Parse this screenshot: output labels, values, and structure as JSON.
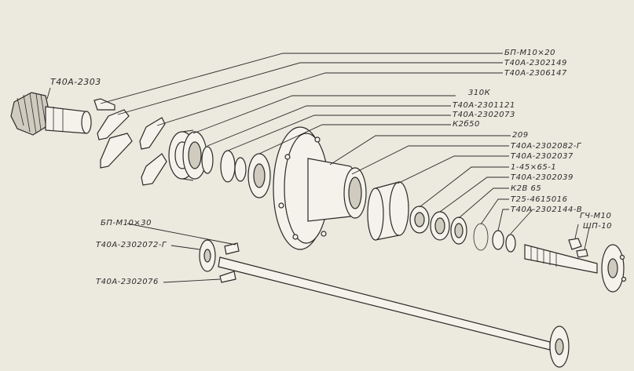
{
  "labels": {
    "gear": "Т40А-2303",
    "bolt_top": "БП-М10×20",
    "plate1": "Т40А-2302149",
    "plate2": "Т40А-2306147",
    "n310k": "310К",
    "cup1": "Т40А-2301121",
    "cup2": "Т40А-2302073",
    "k2650": "К2б50",
    "n209": "209",
    "hub": "Т40А-2302082-Г",
    "ring_a": "Т40А-2302037",
    "ring_b": "1-45×65-1",
    "ring_c": "Т40А-2302039",
    "k2865": "К2В 65",
    "t25": "Т25-4615016",
    "t40_8": "Т40А-2302144-В",
    "nut": "ГЧ-М10",
    "pin": "ШП-10",
    "bolt_left": "БП-М10×30",
    "flange": "Т40А-2302072-Г",
    "shaft_bolt": "Т40А-2302076"
  }
}
